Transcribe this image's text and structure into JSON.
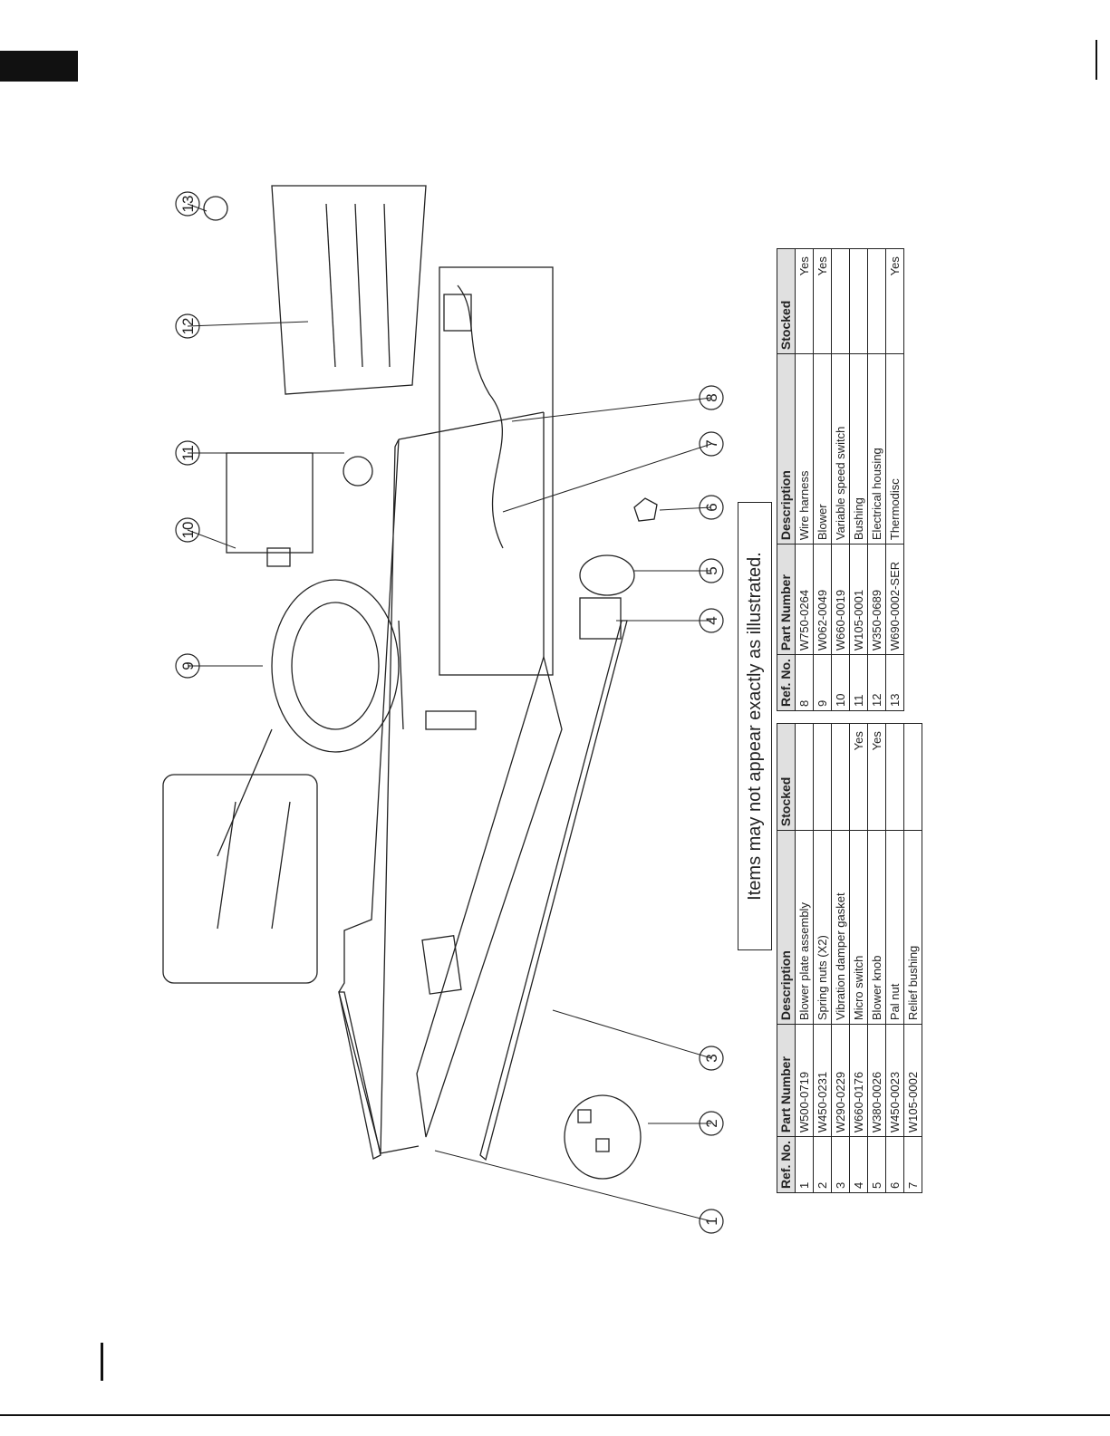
{
  "caption": "Items may not appear exactly as illustrated.",
  "callouts": [
    "1",
    "2",
    "3",
    "4",
    "5",
    "6",
    "7",
    "8",
    "9",
    "10",
    "11",
    "12",
    "13"
  ],
  "table_a": {
    "headers": [
      "Ref. No.",
      "Part Number",
      "Description",
      "Stocked"
    ],
    "rows": [
      [
        "1",
        "W500-0719",
        "Blower plate assembly",
        ""
      ],
      [
        "2",
        "W450-0231",
        "Spring nuts (X2)",
        ""
      ],
      [
        "3",
        "W290-0229",
        "Vibration damper gasket",
        ""
      ],
      [
        "4",
        "W660-0176",
        "Micro switch",
        "Yes"
      ],
      [
        "5",
        "W380-0026",
        "Blower knob",
        "Yes"
      ],
      [
        "6",
        "W450-0023",
        "Pal nut",
        ""
      ],
      [
        "7",
        "W105-0002",
        "Relief bushing",
        ""
      ]
    ]
  },
  "table_b": {
    "headers": [
      "Ref. No.",
      "Part Number",
      "Description",
      "Stocked"
    ],
    "rows": [
      [
        "8",
        "W750-0264",
        "Wire harness",
        "Yes"
      ],
      [
        "9",
        "W062-0049",
        "Blower",
        "Yes"
      ],
      [
        "10",
        "W660-0019",
        "Variable speed switch",
        ""
      ],
      [
        "11",
        "W105-0001",
        "Bushing",
        ""
      ],
      [
        "12",
        "W350-0689",
        "Electrical housing",
        ""
      ],
      [
        "13",
        "W690-0002-SER",
        "Thermodisc",
        "Yes"
      ]
    ]
  }
}
